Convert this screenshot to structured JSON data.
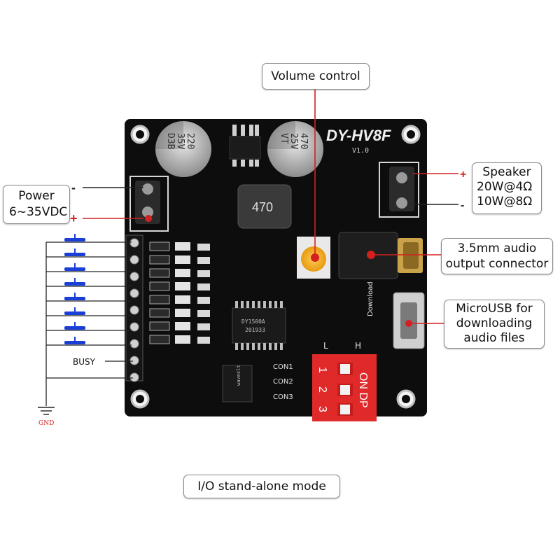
{
  "callouts": {
    "volume": "Volume control",
    "speaker": [
      "Speaker",
      "20W@4Ω",
      "10W@8Ω"
    ],
    "power": [
      "Power",
      "6~35VDC"
    ],
    "audio_out": [
      "3.5mm audio",
      "output connector"
    ],
    "usb": [
      "MicroUSB for",
      "downloading",
      "audio files"
    ],
    "mode": "I/O stand-alone mode"
  },
  "polarity": {
    "plus": "+",
    "minus": "-"
  },
  "board": {
    "model": "DY-HV8F",
    "version": "V1.0",
    "inductor": "470",
    "cap_left": [
      "220",
      "35V",
      "D3B"
    ],
    "cap_right": [
      "470",
      "25V",
      "VT"
    ],
    "dip": {
      "on": "ON DP",
      "nums": [
        "1",
        "2",
        "3"
      ],
      "l": "L",
      "h": "H"
    },
    "download": "Download",
    "con": [
      "CON1",
      "CON2",
      "CON3"
    ],
    "chip": "DY1500A",
    "chip2": "201933",
    "ic2": "waveslt"
  },
  "wiring": {
    "busy": "BUSY",
    "gnd": "GND"
  },
  "colors": {
    "pcb": "#0d0d0d",
    "accent_red": "#d42020",
    "button_blue": "#1a3fd6",
    "dip_red": "#e02a2a",
    "label_border": "#8a8a8a"
  }
}
